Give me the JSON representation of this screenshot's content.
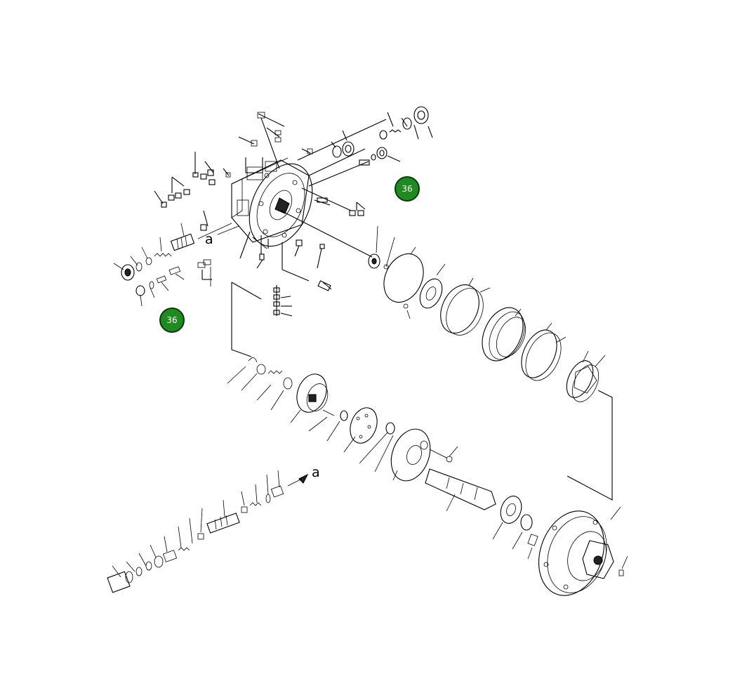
{
  "diagram": {
    "callouts": [
      {
        "label": "36",
        "color": "#1f8a1f"
      },
      {
        "label": "36",
        "color": "#1f8a1f"
      }
    ],
    "reference_marks": [
      "a",
      "a"
    ]
  }
}
